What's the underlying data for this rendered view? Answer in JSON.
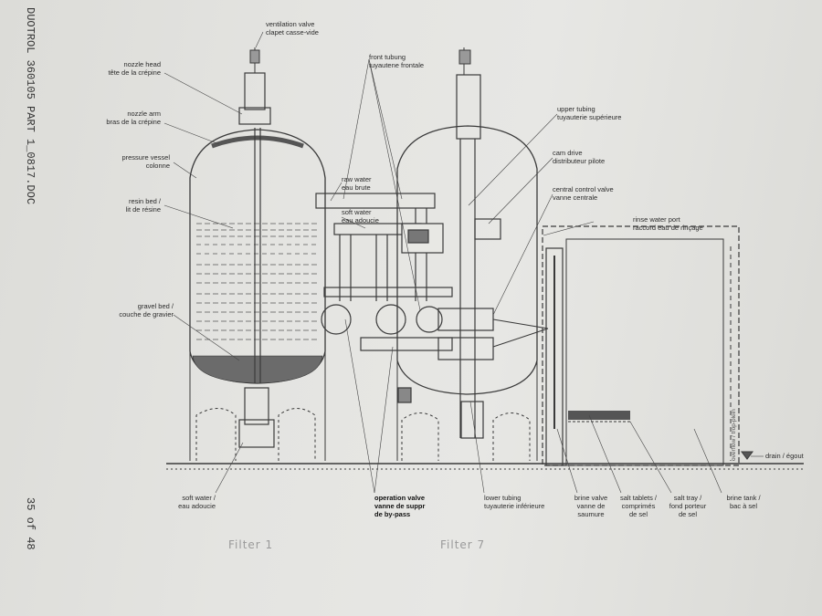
{
  "doc": {
    "side_title": "DUOTROL 360105 PART 1_0817.DOC",
    "page_no": "35 of 48"
  },
  "captions": {
    "filter1": "Filter 1",
    "filter2": "Filter 7"
  },
  "labels": {
    "ventilation_valve": [
      "ventilation valve",
      "clapet casse-vide"
    ],
    "nozzle_head": [
      "nozzle head",
      "tête de la crépine"
    ],
    "nozzle_arm": [
      "nozzle arm",
      "bras de la crépine"
    ],
    "pressure_vessel": [
      "pressure vessel",
      "colonne"
    ],
    "resin_bed": [
      "resin bed /",
      "lit de résine"
    ],
    "gravel_bed": [
      "gravel bed /",
      "couche de gravier"
    ],
    "soft_water_out": [
      "soft water /",
      "eau adoucie"
    ],
    "front_tubing": [
      "front tubung",
      "tuyautene frontale"
    ],
    "raw_water": [
      "raw water",
      "eau brute"
    ],
    "soft_water_mid": [
      "soft water",
      "eau adoucie"
    ],
    "operation_valve": [
      "operation valve",
      "vanne de suppr",
      "de by-pass"
    ],
    "lower_tubing": [
      "lower tubing",
      "tuyauterie inférieure"
    ],
    "upper_tubing": [
      "upper tubing",
      "tuyauterie supérieure"
    ],
    "cam_drive": [
      "cam drive",
      "distributeur pilote"
    ],
    "central_valve": [
      "central control valve",
      "vanne centrale"
    ],
    "rinse_port": [
      "rinse water port",
      "raccord eau de rinçage"
    ],
    "overflow": "overflow / trop-plein",
    "drain": "drain / égout",
    "brine_valve": [
      "brine valve",
      "vanne de",
      "saumure"
    ],
    "salt_tablets": [
      "salt tablets /",
      "comprimés",
      "de sel"
    ],
    "salt_tray": [
      "salt tray /",
      "fond porteur",
      "de sel"
    ],
    "brine_tank": [
      "brine tank /",
      "bac à sel"
    ]
  }
}
